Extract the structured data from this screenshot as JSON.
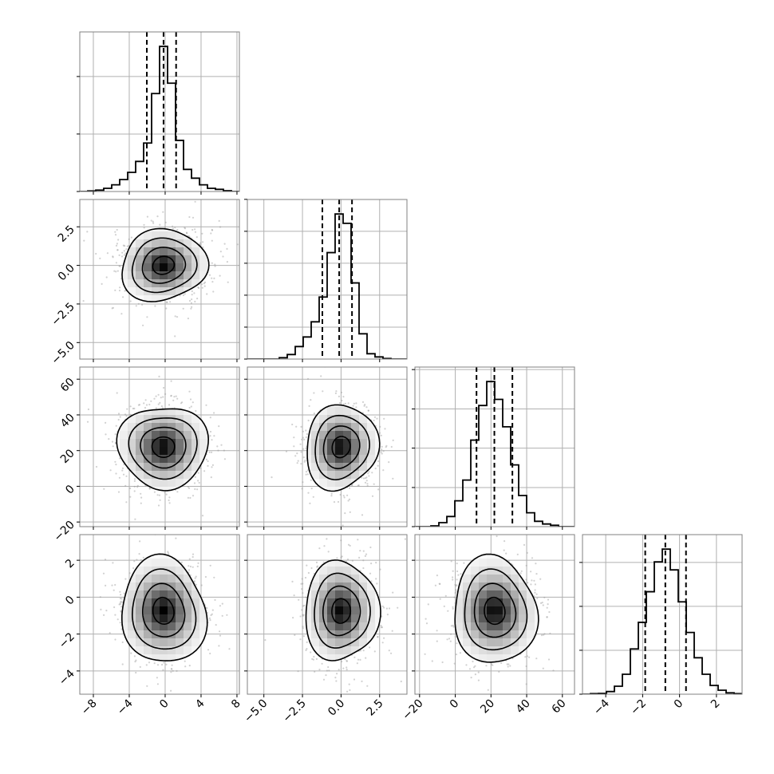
{
  "chart_data": {
    "type": "corner",
    "title": "",
    "params": [
      {
        "range": [
          -9.51,
          8.27
        ],
        "ticks": [
          -8,
          -4,
          0,
          4,
          8
        ],
        "tick_labels": [
          "−8",
          "−4",
          "0",
          "4",
          "8"
        ],
        "quantiles": [
          -2.04,
          -0.18,
          1.22
        ],
        "center": -0.2,
        "spread": 2.4,
        "hist": {
          "counts": [
            0,
            2,
            5,
            12,
            25,
            45,
            72,
            113,
            182,
            368,
            545,
            407,
            192,
            83,
            50,
            25,
            12,
            8,
            3,
            0
          ],
          "yticks": [
            0,
            216,
            432
          ]
        }
      },
      {
        "range": [
          -6.07,
          4.27
        ],
        "ticks": [
          -5.0,
          -2.5,
          0.0,
          2.5
        ],
        "tick_labels": [
          "−5.0",
          "−2.5",
          "0.0",
          "2.5"
        ],
        "quantiles": [
          -1.21,
          -0.12,
          0.71
        ],
        "center": 0.0,
        "spread": 1.15,
        "hist": {
          "counts": [
            0,
            0,
            0,
            0,
            5,
            17,
            47,
            83,
            140,
            233,
            400,
            545,
            510,
            286,
            95,
            20,
            8,
            2,
            0,
            0
          ],
          "yticks": [
            0,
            120,
            240,
            360,
            480,
            600
          ]
        }
      },
      {
        "range": [
          -22.6,
          66.8
        ],
        "ticks": [
          -20,
          0,
          20,
          40,
          60
        ],
        "tick_labels": [
          "−20",
          "0",
          "20",
          "40",
          "60"
        ],
        "quantiles": [
          11.9,
          21.9,
          32.0
        ],
        "center": 22,
        "spread": 12,
        "hist": {
          "counts": [
            0,
            0,
            3,
            15,
            38,
            97,
            175,
            325,
            455,
            545,
            478,
            375,
            232,
            117,
            52,
            20,
            10,
            5,
            0,
            0
          ],
          "yticks": [
            0,
            147,
            295,
            442,
            590
          ]
        }
      },
      {
        "range": [
          -5.26,
          3.39
        ],
        "ticks": [
          -4,
          -2,
          0,
          2
        ],
        "tick_labels": [
          "−4",
          "−2",
          "0",
          "2"
        ],
        "quantiles": [
          -1.86,
          -0.77,
          0.35
        ],
        "center": -0.75,
        "spread": 1.4,
        "hist": {
          "counts": [
            0,
            2,
            3,
            10,
            30,
            75,
            170,
            270,
            385,
            497,
            545,
            467,
            347,
            232,
            137,
            75,
            33,
            15,
            5,
            2
          ],
          "yticks": [
            0,
            165,
            330,
            495
          ]
        }
      }
    ],
    "contour_sigma_levels": [
      0.5,
      1.0,
      1.5,
      2.0
    ],
    "bins": 20,
    "grid": true,
    "colors": {
      "line": "#000000",
      "grid": "#b0b0b0",
      "spine": "#808080",
      "points": "#9a9a9a"
    }
  }
}
